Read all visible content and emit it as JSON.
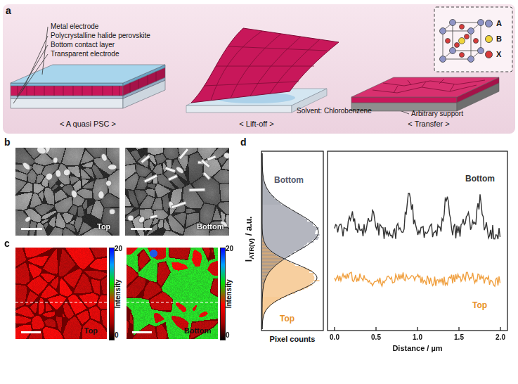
{
  "diagram": {
    "labels": [
      "a",
      "Metal electrode",
      "Polycrystalline halide perovskite",
      "Bottom contact layer",
      "Transparent electrode",
      "< A quasi PSC >",
      "Solvent: Chlorobenzene",
      "< Lift-off >",
      "Arbitrary support",
      "< Transfer >",
      "b",
      "Top",
      "Bottom",
      "c",
      "20",
      "Intensity",
      "0",
      "Top",
      "20",
      "Intensity",
      "0",
      "Bottom",
      "d",
      "I",
      "ATR(V)",
      "/ a.u.",
      "Bottom",
      "Top",
      "Pixel counts",
      "Bottom",
      "Top",
      "0.0",
      "0.5",
      "1.0",
      "1.5",
      "2.0",
      "Distance / µm"
    ],
    "legend": [
      {
        "text": "A",
        "color": "#8f94c6"
      },
      {
        "text": "B",
        "color": "#f0d43a"
      },
      {
        "text": "X",
        "color": "#d83a3a"
      }
    ]
  }
}
